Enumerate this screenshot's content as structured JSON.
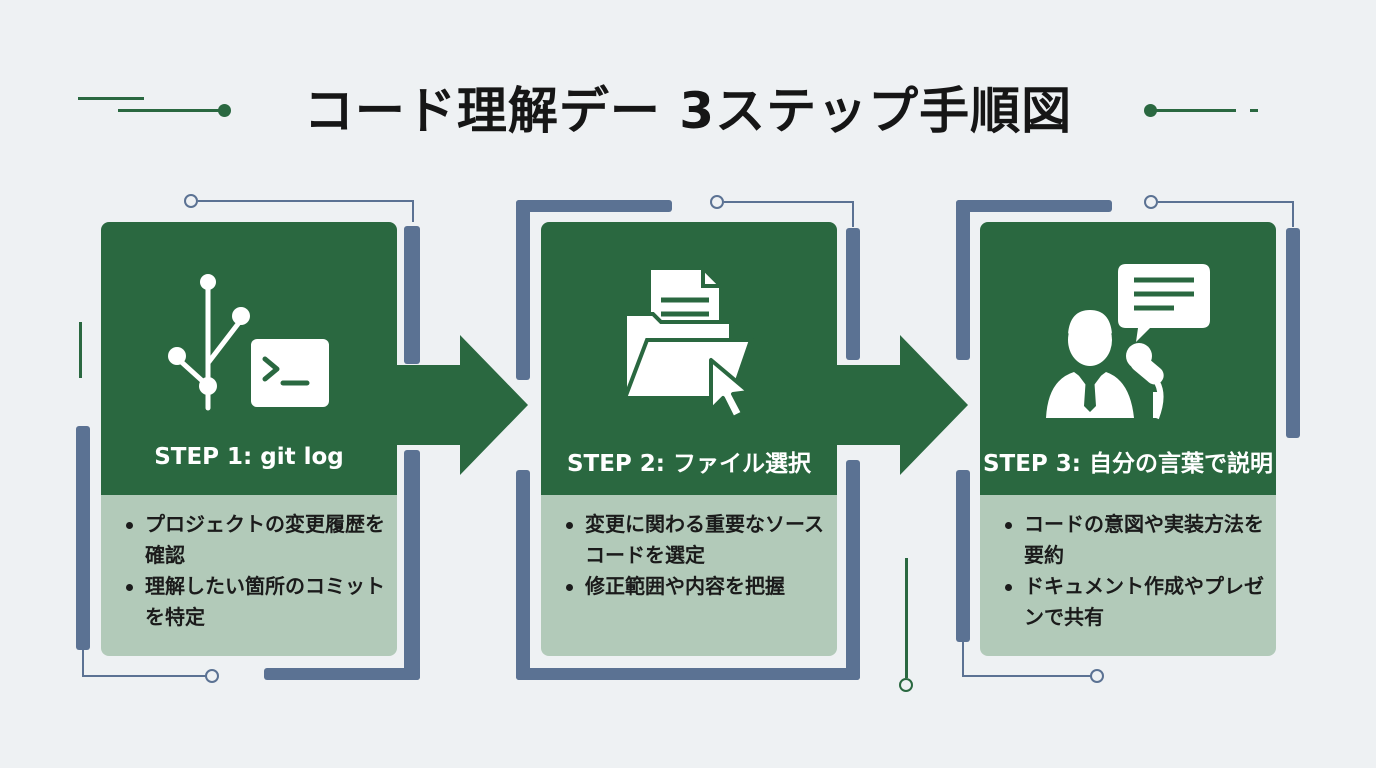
{
  "title": "コード理解デー 3ステップ手順図",
  "colors": {
    "card_header": "#2a6840",
    "card_body": "#b2cab9",
    "accent_navy": "#5b7293",
    "background": "#eef1f3"
  },
  "steps": [
    {
      "title": "STEP 1: git log",
      "icon": "git-branch-terminal-icon",
      "bullets": [
        "プロジェクトの変更履歴を確認",
        "理解したい箇所のコミットを特定"
      ]
    },
    {
      "title": "STEP 2: ファイル選択",
      "icon": "folder-document-cursor-icon",
      "bullets": [
        "変更に関わる重要なソースコードを選定",
        "修正範囲や内容を把握"
      ]
    },
    {
      "title": "STEP 3: 自分の言葉で説明",
      "icon": "presenter-speech-icon",
      "bullets": [
        "コードの意図や実装方法を要約",
        "ドキュメント作成やプレゼンで共有"
      ]
    }
  ]
}
